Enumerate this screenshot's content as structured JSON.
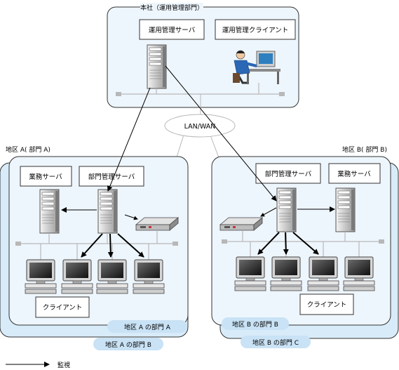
{
  "hq": {
    "title": "本社（運用管理部門）",
    "ops_server": "運用管理サーバ",
    "ops_client": "運用管理クライアント"
  },
  "network": {
    "label": "LAN/WAN"
  },
  "region_a": {
    "title": "地区 A( 部門 A)",
    "business_server": "業務サーバ",
    "dept_server": "部門管理サーバ",
    "client": "クライアント",
    "dept_a_label": "地区 A の部門 A",
    "dept_b_label": "地区 A の部門 B"
  },
  "region_b": {
    "title": "地区 B( 部門 B)",
    "dept_server": "部門管理サーバ",
    "business_server": "業務サーバ",
    "client": "クライアント",
    "dept_b_label": "地区 B の部門 B",
    "dept_c_label": "地区 B の部門 C"
  },
  "legend": {
    "monitor_label": "監視"
  },
  "colors": {
    "panel_fill": "#eef6fd",
    "panel_back": "#d8ebf8",
    "tag_fill": "#c9e2f5",
    "line_gray": "#b8b8b8",
    "arrow": "#000000"
  }
}
